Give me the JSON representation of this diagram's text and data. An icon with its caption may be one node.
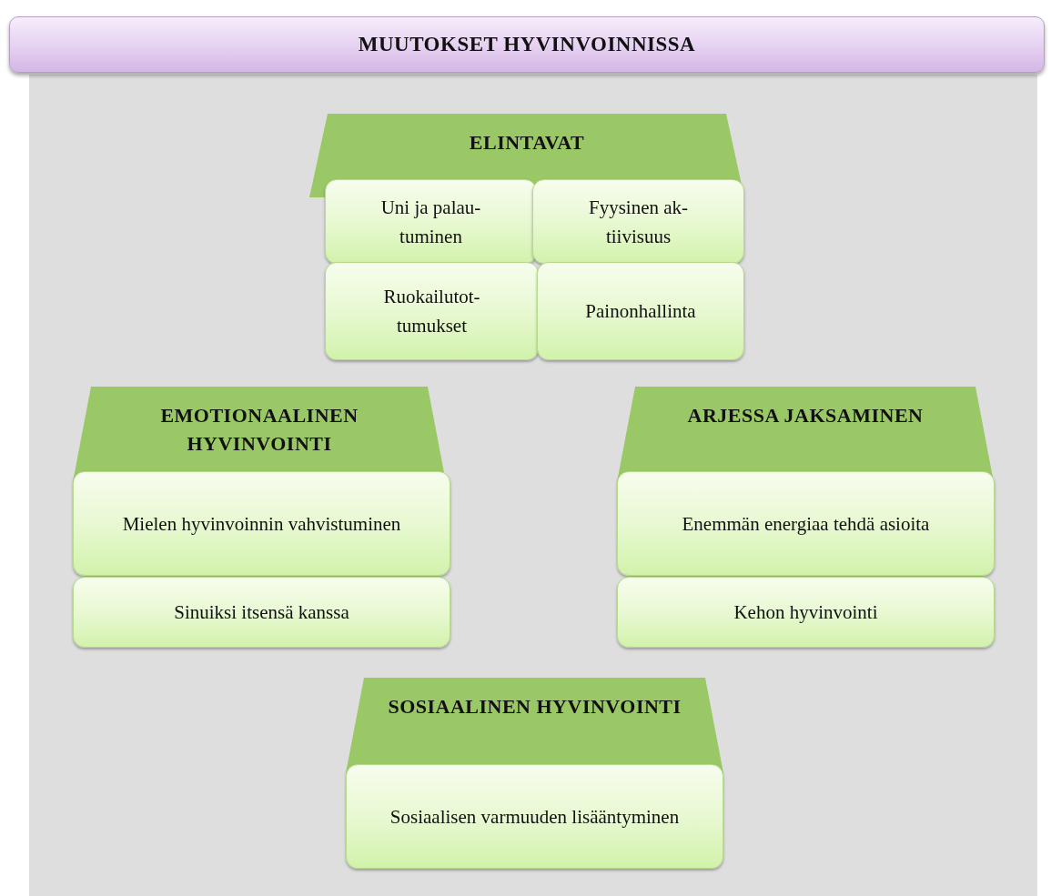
{
  "diagram": {
    "nodes": [
      {
        "text": [
          "MUUTOKSET HYVINVOINNISSA"
        ]
      },
      {
        "text": [
          "ELINTAVAT"
        ]
      },
      {
        "text": [
          "Uni ja palau-tuminen"
        ]
      },
      {
        "text": [
          "Fyysinen ak-tiivisuus"
        ]
      },
      {
        "text": [
          "Ruokailutot-tumukset"
        ]
      },
      {
        "text": [
          "Painonhallinta"
        ]
      },
      {
        "text": [
          "EMOTIONAALINEN HYVINVOINTI"
        ]
      },
      {
        "text": [
          "Mielen hyvinvoinnin vahvistuminen"
        ]
      },
      {
        "text": [
          "Sinuiksi itsensä kanssa"
        ]
      },
      {
        "text": [
          "ARJESSA JAKSAMINEN"
        ]
      },
      {
        "text": [
          "Enemmän energiaa tehdä asioita"
        ]
      },
      {
        "text": [
          "Kehon hyvinvointi"
        ]
      },
      {
        "text": [
          "SOSIAALINEN HYVINVOINTI"
        ]
      },
      {
        "text": [
          "Sosiaalisen varmuuden lisääntyminen"
        ]
      }
    ]
  }
}
